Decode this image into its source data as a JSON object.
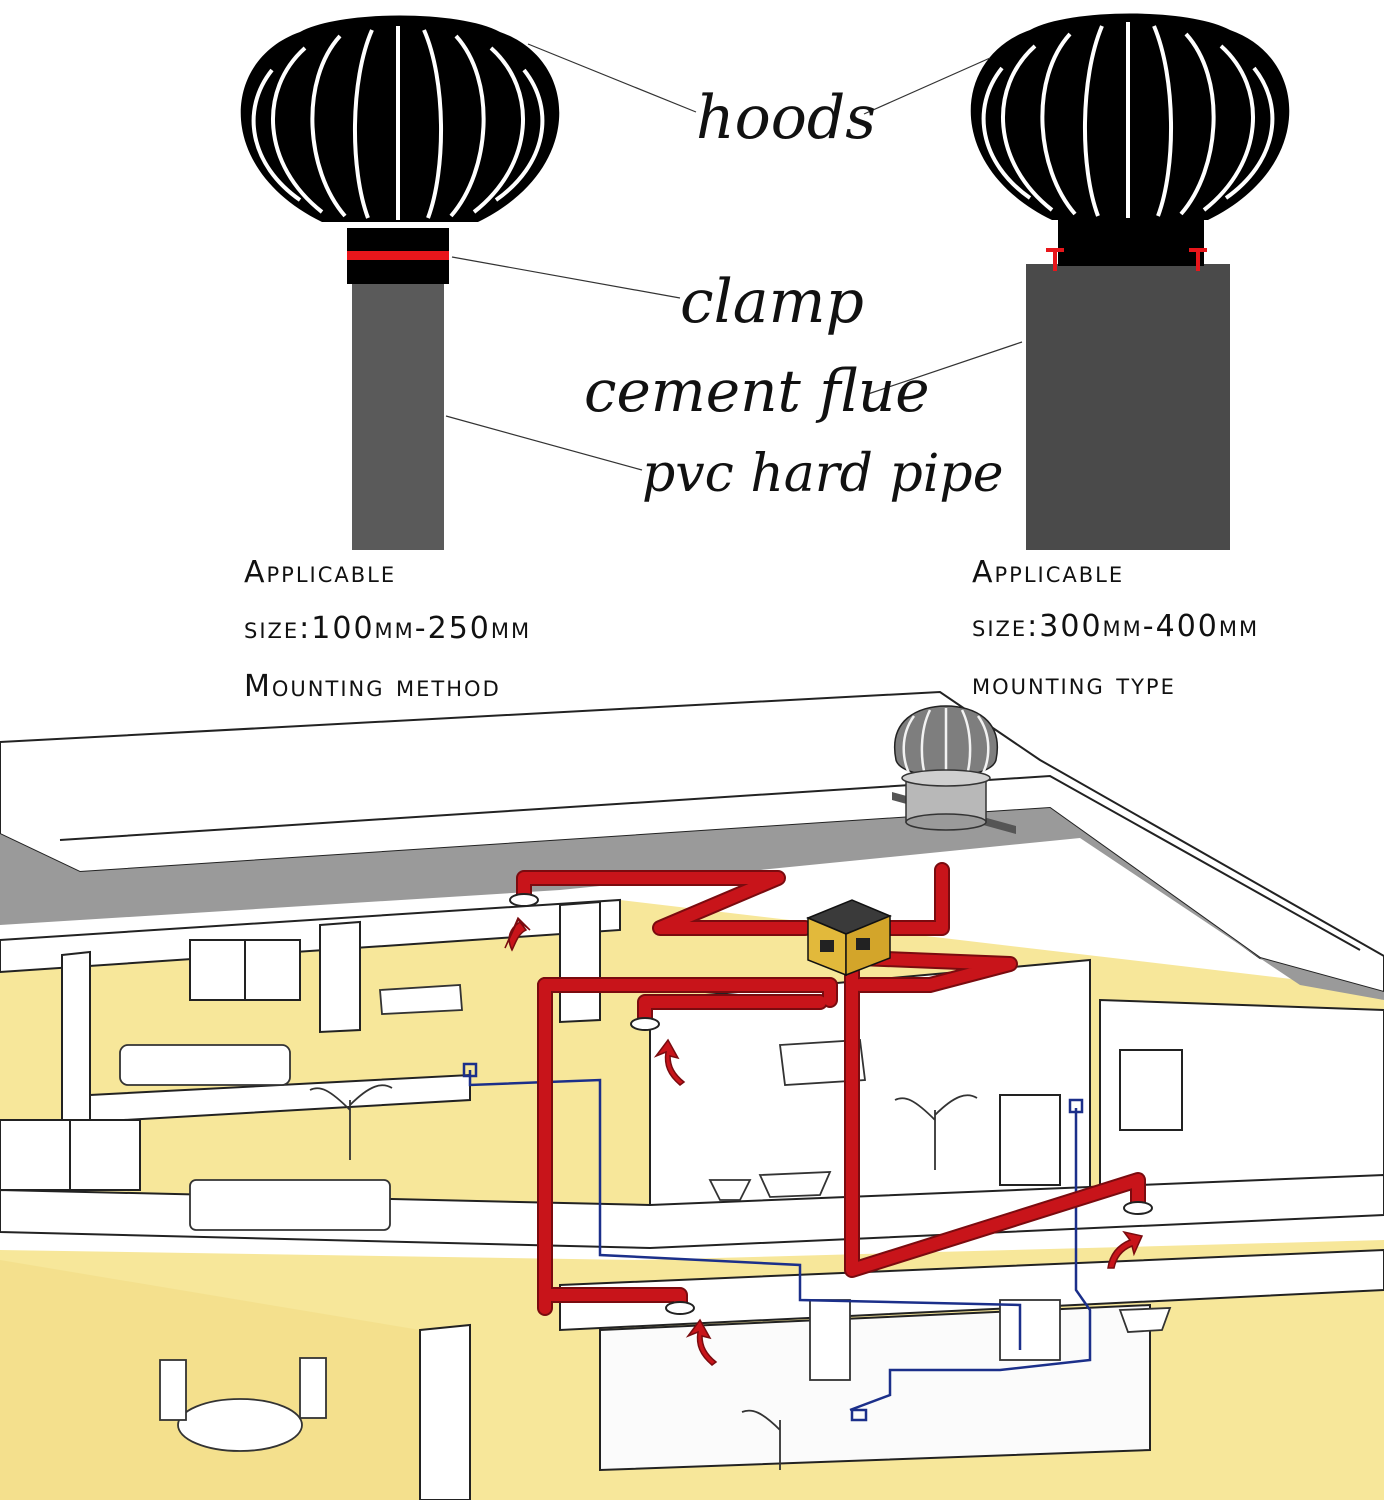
{
  "labels": {
    "hoods": "hoods",
    "clamp": "clamp",
    "cement_flue": "cement flue",
    "pvc_hard_pipe": "pvc hard pipe"
  },
  "left_spec": {
    "line1": "Applicable",
    "line2": "size:100mm-250mm",
    "line3": "Mounting method"
  },
  "right_spec": {
    "line1": "Applicable",
    "line2": "size:300mm-400mm",
    "line3": "mounting type"
  },
  "colors": {
    "hood": "#000000",
    "clamp": "#e8161b",
    "pvc_pipe": "#5a5a5a",
    "cement_flue": "#4a4a4a",
    "duct": "#c8141a",
    "duct_shadow": "#7a0b0f",
    "room_floor": "#f7e79a",
    "wall": "#ffffff",
    "roof_shade": "#9a9a9a",
    "water_line": "#1b2f8a",
    "outline": "#222222"
  }
}
